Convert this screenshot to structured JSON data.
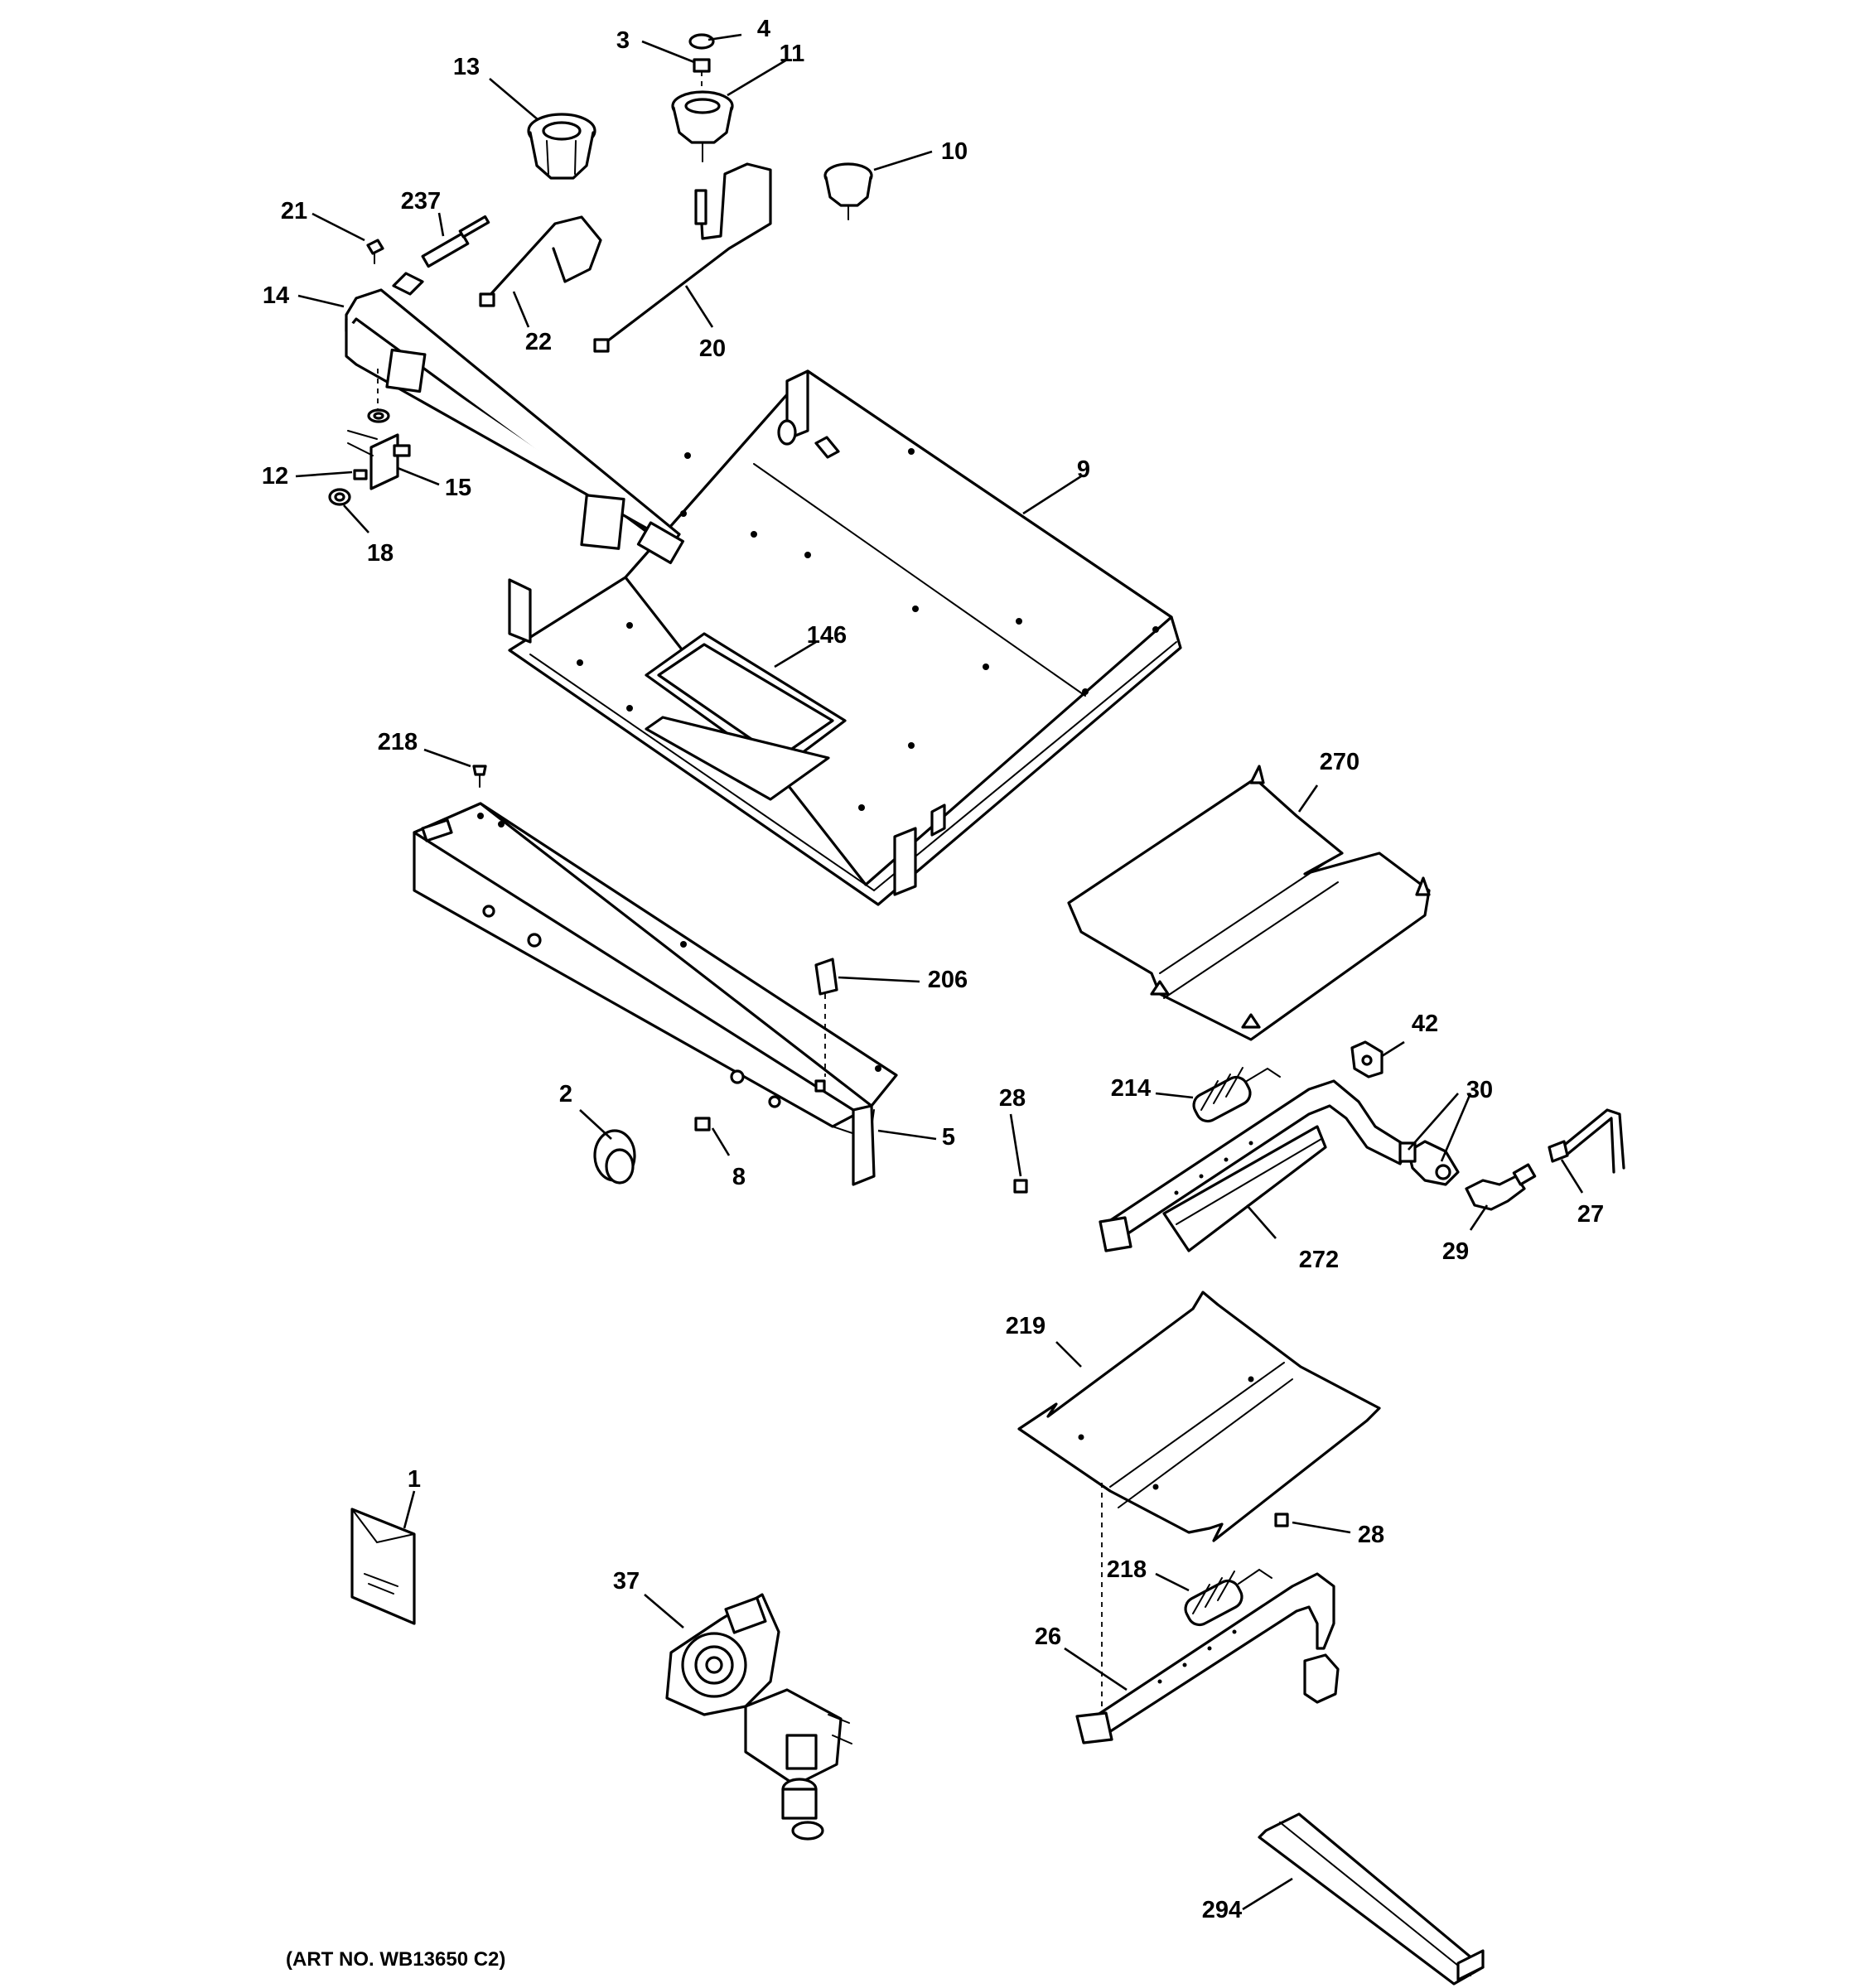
{
  "diagram": {
    "art_number": "(ART NO. WB13650 C2)",
    "callouts": [
      {
        "id": "c1",
        "text": "1"
      },
      {
        "id": "c2",
        "text": "2"
      },
      {
        "id": "c3",
        "text": "3"
      },
      {
        "id": "c4",
        "text": "4"
      },
      {
        "id": "c5",
        "text": "5"
      },
      {
        "id": "c8",
        "text": "8"
      },
      {
        "id": "c9",
        "text": "9"
      },
      {
        "id": "c10",
        "text": "10"
      },
      {
        "id": "c11",
        "text": "11"
      },
      {
        "id": "c12",
        "text": "12"
      },
      {
        "id": "c13",
        "text": "13"
      },
      {
        "id": "c14",
        "text": "14"
      },
      {
        "id": "c15",
        "text": "15"
      },
      {
        "id": "c18",
        "text": "18"
      },
      {
        "id": "c20",
        "text": "20"
      },
      {
        "id": "c21",
        "text": "21"
      },
      {
        "id": "c22",
        "text": "22"
      },
      {
        "id": "c26",
        "text": "26"
      },
      {
        "id": "c27",
        "text": "27"
      },
      {
        "id": "c28a",
        "text": "28"
      },
      {
        "id": "c28b",
        "text": "28"
      },
      {
        "id": "c29",
        "text": "29"
      },
      {
        "id": "c30",
        "text": "30"
      },
      {
        "id": "c37",
        "text": "37"
      },
      {
        "id": "c42",
        "text": "42"
      },
      {
        "id": "c146",
        "text": "146"
      },
      {
        "id": "c206",
        "text": "206"
      },
      {
        "id": "c214",
        "text": "214"
      },
      {
        "id": "c218a",
        "text": "218"
      },
      {
        "id": "c218b",
        "text": "218"
      },
      {
        "id": "c219",
        "text": "219"
      },
      {
        "id": "c237",
        "text": "237"
      },
      {
        "id": "c270",
        "text": "270"
      },
      {
        "id": "c272",
        "text": "272"
      },
      {
        "id": "c294",
        "text": "294"
      }
    ]
  }
}
